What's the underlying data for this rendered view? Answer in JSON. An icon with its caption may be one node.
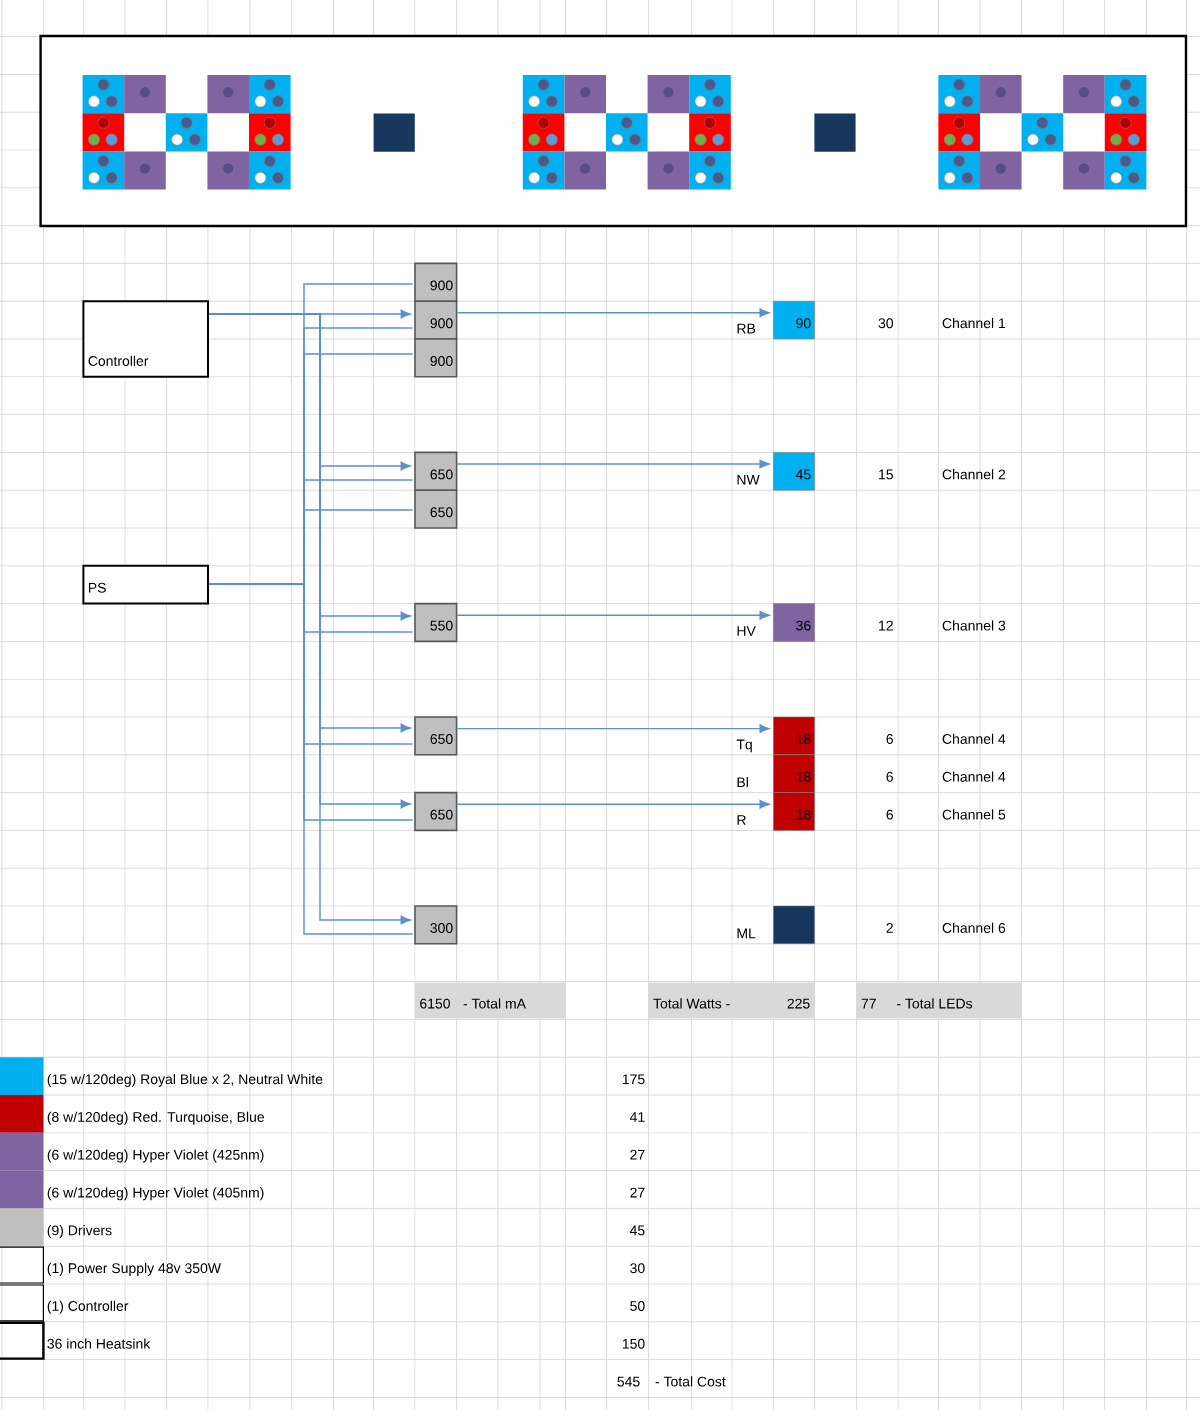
{
  "diagram": {
    "nodes": [
      {
        "text": [
          "Controller"
        ]
      },
      {
        "text": [
          "PS"
        ]
      },
      {
        "text": [
          "900"
        ]
      },
      {
        "text": [
          "900"
        ]
      },
      {
        "text": [
          "900"
        ]
      },
      {
        "text": [
          "650"
        ]
      },
      {
        "text": [
          "650"
        ]
      },
      {
        "text": [
          "550"
        ]
      },
      {
        "text": [
          "650"
        ]
      },
      {
        "text": [
          "650"
        ]
      },
      {
        "text": [
          "300"
        ]
      },
      {
        "text": [
          "90"
        ],
        "beside": [
          "RB"
        ]
      },
      {
        "text": [
          "45"
        ],
        "beside": [
          "NW"
        ]
      },
      {
        "text": [
          "36"
        ],
        "beside": [
          "HV"
        ]
      },
      {
        "text": [
          "18"
        ],
        "beside": [
          "Tq"
        ]
      },
      {
        "text": [
          "18"
        ],
        "beside": [
          "Bl"
        ]
      },
      {
        "text": [
          "18"
        ],
        "beside": [
          "R"
        ]
      },
      {
        "text": [],
        "shape": "box",
        "beside": [
          "ML"
        ]
      }
    ],
    "edges": [
      {
        "from": 0,
        "to": 3,
        "arrow": "to"
      },
      {
        "from": 0,
        "to": 5,
        "arrow": "to"
      },
      {
        "from": 0,
        "to": 7,
        "arrow": "to"
      },
      {
        "from": 0,
        "to": 8,
        "arrow": "to"
      },
      {
        "from": 0,
        "to": 9,
        "arrow": "to"
      },
      {
        "from": 0,
        "to": 10,
        "arrow": "to"
      },
      {
        "from": 1,
        "to": 2,
        "arrow": "none"
      },
      {
        "from": 1,
        "to": 3,
        "arrow": "none"
      },
      {
        "from": 1,
        "to": 4,
        "arrow": "none"
      },
      {
        "from": 1,
        "to": 5,
        "arrow": "none"
      },
      {
        "from": 1,
        "to": 6,
        "arrow": "none"
      },
      {
        "from": 1,
        "to": 7,
        "arrow": "none"
      },
      {
        "from": 1,
        "to": 8,
        "arrow": "none"
      },
      {
        "from": 1,
        "to": 9,
        "arrow": "none"
      },
      {
        "from": 1,
        "to": 10,
        "arrow": "none"
      },
      {
        "from": 3,
        "to": 11,
        "arrow": "to"
      },
      {
        "from": 5,
        "to": 12,
        "arrow": "to"
      },
      {
        "from": 7,
        "to": 13,
        "arrow": "to"
      },
      {
        "from": 8,
        "to": 14,
        "arrow": "to"
      },
      {
        "from": 9,
        "to": 16,
        "arrow": "to"
      }
    ],
    "labels": [
      "30",
      "Channel 1",
      "15",
      "Channel 2",
      "12",
      "Channel 3",
      "6",
      "Channel 4",
      "6",
      "Channel 4",
      "6",
      "Channel 5",
      "2",
      "Channel 6",
      "6150",
      "- Total mA",
      "Total Watts -",
      "225",
      "77",
      "- Total LEDs",
      "175",
      "41",
      "27",
      "27",
      "45",
      "30",
      "50",
      "150",
      "545",
      "- Total Cost"
    ],
    "legend": [
      {
        "text": "(15 w/120deg) Royal Blue x 2, Neutral White",
        "color": "#00b0f0"
      },
      {
        "text": "(8 w/120deg) Red. Turquoise, Blue",
        "color": "#c00000"
      },
      {
        "text": "(6 w/120deg) Hyper Violet (425nm)",
        "color": "#8064a2"
      },
      {
        "text": "(6 w/120deg) Hyper Violet (405nm)",
        "color": "#8064a2"
      },
      {
        "text": "(9) Drivers",
        "color": "#bfbfbf"
      },
      {
        "text": "(1) Power Supply 48v 350W"
      },
      {
        "text": "(1) Controller"
      },
      {
        "text": "36 inch Heatsink"
      }
    ]
  }
}
